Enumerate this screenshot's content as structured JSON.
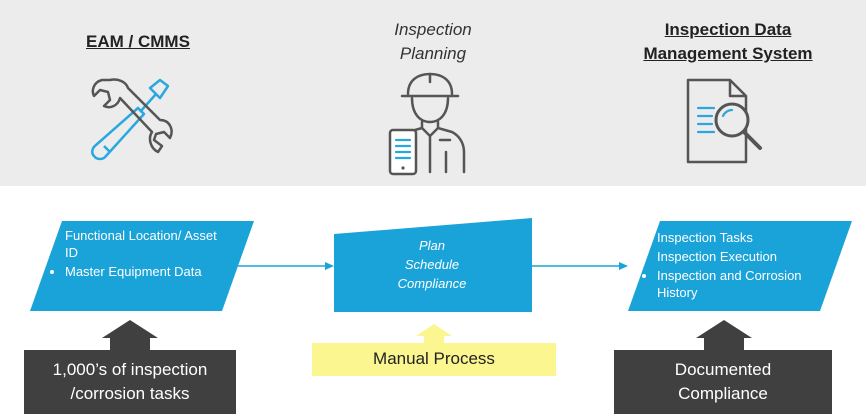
{
  "columns": [
    {
      "title": "EAM / CMMS",
      "icon": "wrench-screwdriver-icon"
    },
    {
      "title_lines": [
        "Inspection",
        "Planning"
      ],
      "icon": "worker-tablet-icon"
    },
    {
      "title_lines": [
        "Inspection Data",
        "Management System"
      ],
      "icon": "document-search-icon"
    }
  ],
  "left_shape": {
    "items": [
      "Functional Location/ Asset ID",
      "Master Equipment Data"
    ]
  },
  "middle_shape": {
    "lines": [
      "Plan",
      "Schedule",
      "Compliance"
    ]
  },
  "right_shape": {
    "items": [
      "Inspection Tasks",
      "Inspection Execution",
      "Inspection and Corrosion History"
    ]
  },
  "bottom_left": {
    "lines": [
      "1,000’s of inspection",
      "/corrosion tasks"
    ]
  },
  "bottom_middle": {
    "label": "Manual Process"
  },
  "bottom_right": {
    "lines": [
      "Documented",
      "Compliance"
    ]
  },
  "colors": {
    "band": "#ececec",
    "shape_fill": "#1aa3d9",
    "arrow_line": "#1aa3d9",
    "dark_box": "#404040",
    "manual_box": "#fbf68f",
    "icon_blue": "#29a8df",
    "icon_gray": "#555555"
  }
}
